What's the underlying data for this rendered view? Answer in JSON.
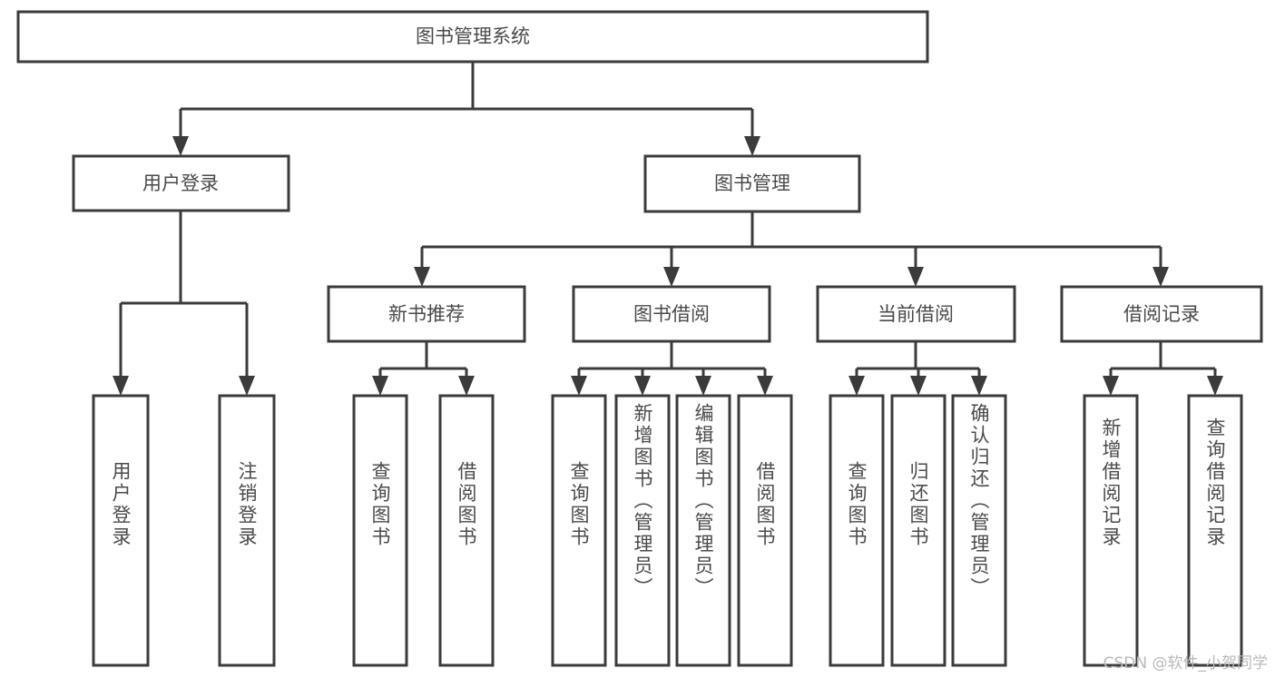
{
  "diagram": {
    "type": "tree",
    "title_node": {
      "label": "图书管理系统"
    },
    "colors": {
      "stroke": "#3b3b3b",
      "box_fill": "#ffffff",
      "text": "#4a4a4a",
      "watermark": "#b9b9b9",
      "background": "#ffffff"
    },
    "level1": [
      {
        "label": "用户登录"
      },
      {
        "label": "图书管理"
      }
    ],
    "level2": [
      {
        "label": "新书推荐"
      },
      {
        "label": "图书借阅"
      },
      {
        "label": "当前借阅"
      },
      {
        "label": "借阅记录"
      }
    ],
    "leaves": {
      "user_login": [
        {
          "label": "用户登录"
        },
        {
          "label": "注销登录"
        }
      ],
      "new_book_recommend": [
        {
          "label": "查询图书"
        },
        {
          "label": "借阅图书"
        }
      ],
      "book_borrow": [
        {
          "label": "查询图书"
        },
        {
          "label": "新增图书（管理员）"
        },
        {
          "label": "编辑图书（管理员）"
        },
        {
          "label": "借阅图书"
        }
      ],
      "current_borrow": [
        {
          "label": "查询图书"
        },
        {
          "label": "归还图书"
        },
        {
          "label": "确认归还（管理员）"
        }
      ],
      "borrow_record": [
        {
          "label": "新增借阅记录"
        },
        {
          "label": "查询借阅记录"
        }
      ]
    }
  },
  "watermark": {
    "text": "CSDN @软件_小贺同学"
  }
}
